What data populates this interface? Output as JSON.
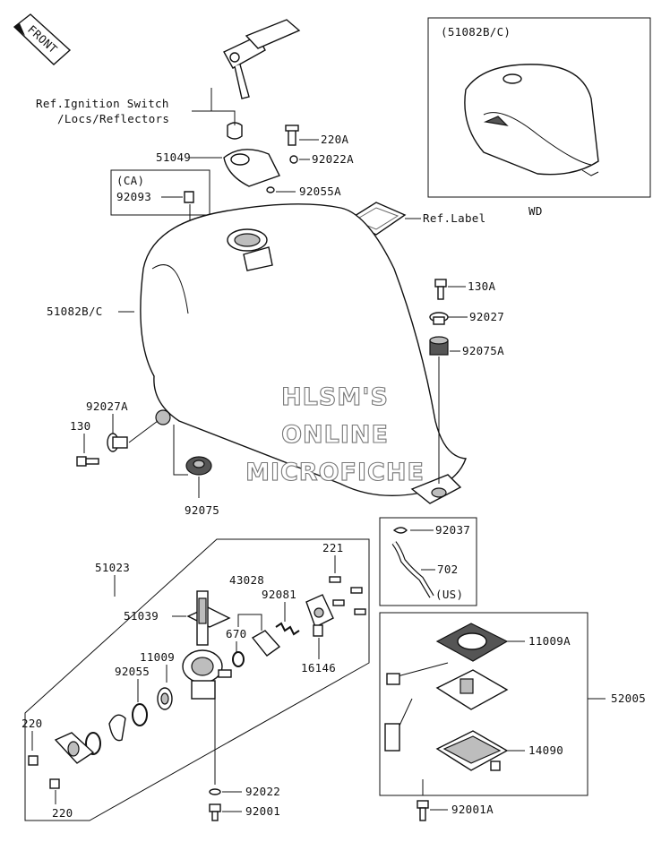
{
  "front_label": "FRONT",
  "ignition_ref": {
    "line1": "Ref.Ignition Switch",
    "line2": "/Locs/Reflectors"
  },
  "inset_wd": {
    "title": "(51082B/C)",
    "label": "WD"
  },
  "ca_box": {
    "title": "(CA)",
    "part": "92093"
  },
  "us_box": {
    "label": "(US)"
  },
  "watermark": [
    "HLSM'S",
    "ONLINE",
    "MICROFICHE"
  ],
  "parts": {
    "p220A": "220A",
    "p51049": "51049",
    "p92022A": "92022A",
    "p92055A": "92055A",
    "p_ref_label": "Ref.Label",
    "p51082BC": "51082B/C",
    "p130A": "130A",
    "p92027": "92027",
    "p92075A": "92075A",
    "p92027A": "92027A",
    "p130": "130",
    "p92075": "92075",
    "p92037": "92037",
    "p702": "702",
    "p51023": "51023",
    "p221": "221",
    "p43028": "43028",
    "p92081": "92081",
    "p51039": "51039",
    "p670": "670",
    "p11009": "11009",
    "p92055": "92055",
    "p16146": "16146",
    "p220_top": "220",
    "p220_bottom": "220",
    "p92022": "92022",
    "p92001": "92001",
    "p11009A": "11009A",
    "p52005": "52005",
    "p14090": "14090",
    "p92001A": "92001A"
  }
}
